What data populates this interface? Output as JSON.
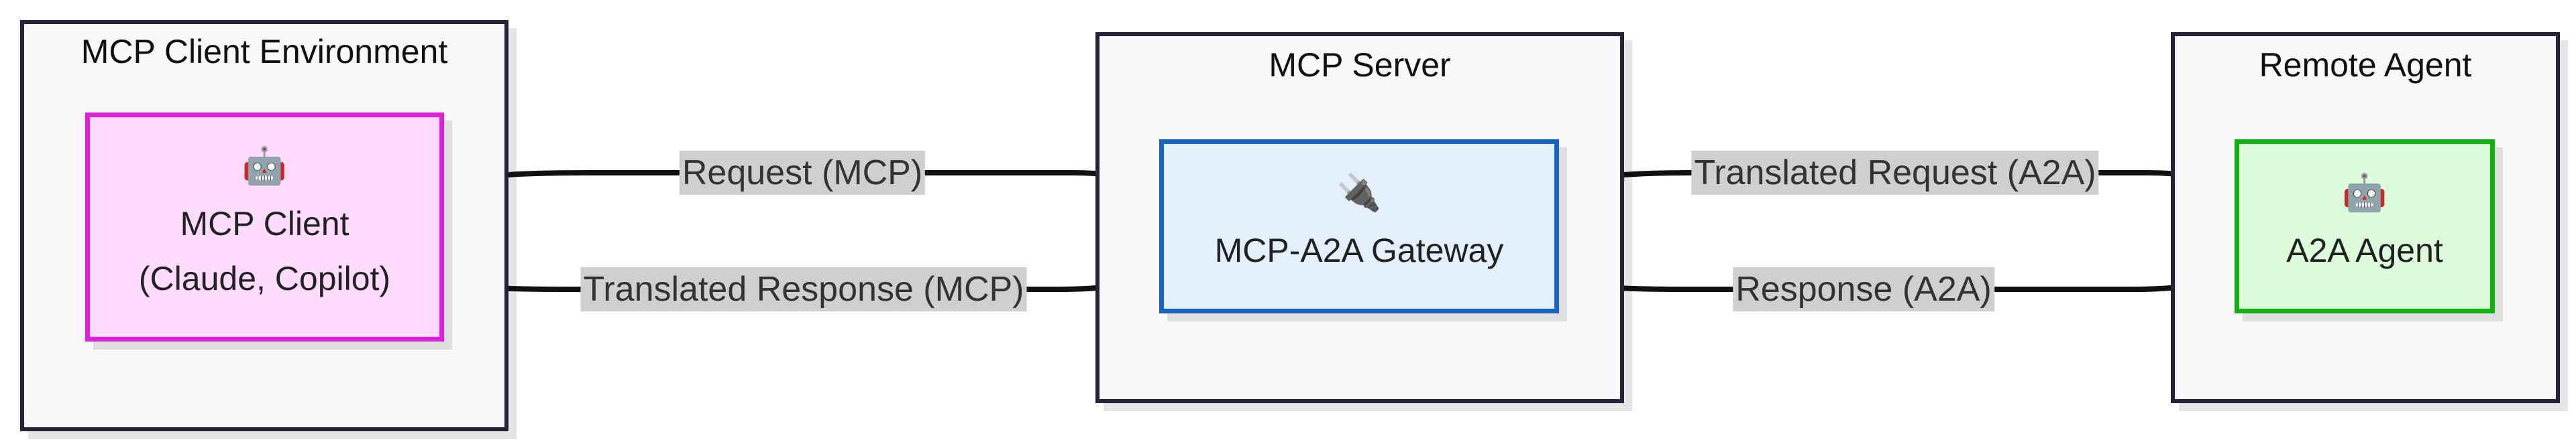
{
  "colors": {
    "cluster_fill": "#f8f8fa",
    "cluster_border": "#23233a",
    "client_fill": "#ffdcff",
    "client_border": "#e020d8",
    "gateway_fill": "#e3f0fc",
    "gateway_border": "#1565c0",
    "agent_fill": "#dcfcdc",
    "agent_border": "#12b212",
    "edge_stroke": "#111111",
    "edge_label_bg": "#cfcfcf"
  },
  "clusters": {
    "client_env": {
      "title": "MCP Client Environment"
    },
    "server": {
      "title": "MCP Server"
    },
    "remote": {
      "title": "Remote Agent"
    }
  },
  "nodes": {
    "client": {
      "icon": "robot-icon",
      "glyph": "🤖",
      "line1": "MCP Client",
      "line2": "(Claude, Copilot)"
    },
    "gateway": {
      "icon": "plug-icon",
      "glyph": "🔌",
      "line1": "MCP-A2A Gateway"
    },
    "agent": {
      "icon": "robot-icon",
      "glyph": "🤖",
      "line1": "A2A Agent"
    }
  },
  "edges": {
    "request_mcp": "Request (MCP)",
    "translated_request_a2a": "Translated Request (A2A)",
    "translated_response_mcp": "Translated Response (MCP)",
    "response_a2a": "Response (A2A)"
  }
}
